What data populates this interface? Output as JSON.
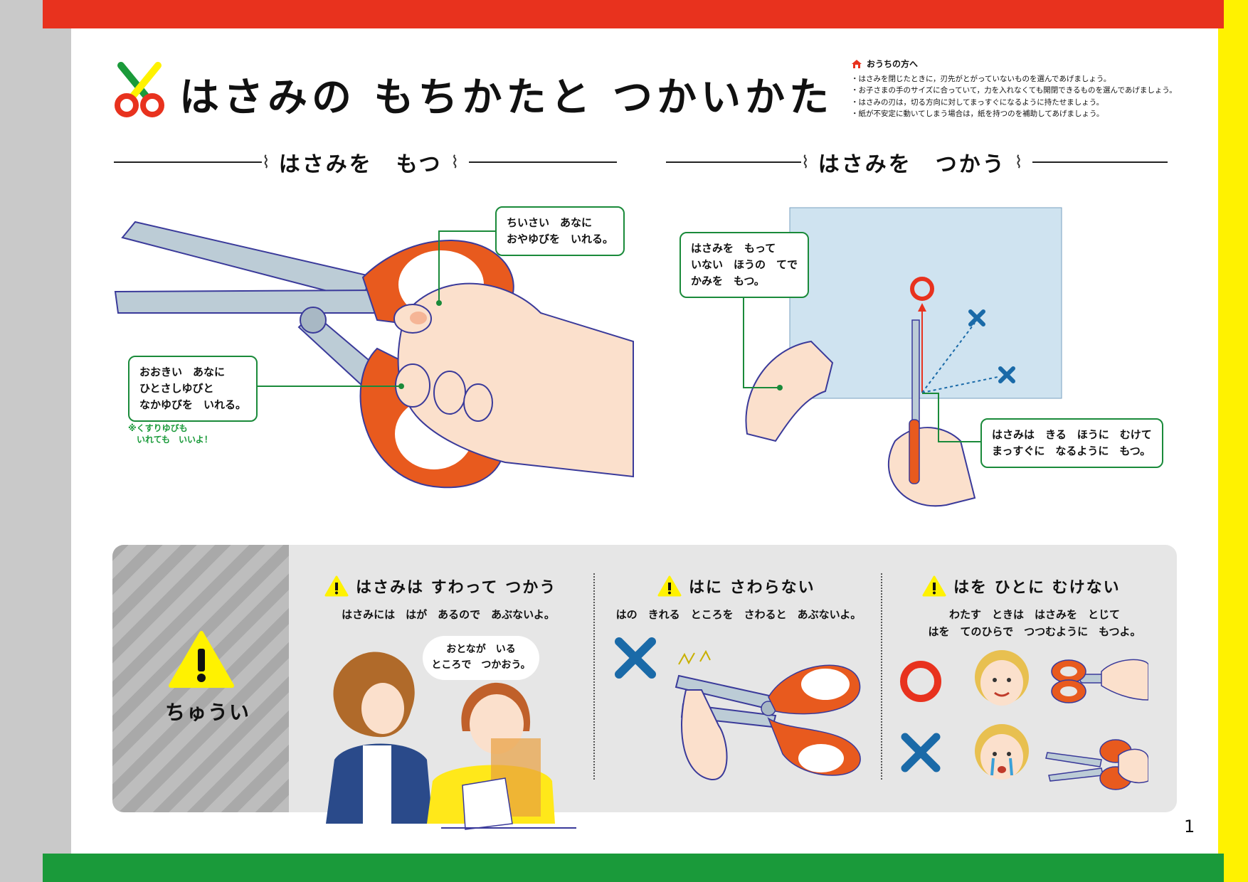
{
  "title": "はさみの もちかたと つかいかた",
  "parent_note": {
    "heading": "おうちの方へ",
    "items": [
      "・はさみを閉じたときに，刃先がとがっていないものを選んであげましょう。",
      "・お子さまの手のサイズに合っていて，力を入れなくても開閉できるものを選んであげましょう。",
      "・はさみの刃は，切る方向に対してまっすぐになるように持たせましょう。",
      "・紙が不安定に動いてしまう場合は，紙を持つのを補助してあげましょう。"
    ]
  },
  "section_hold": {
    "heading": "はさみを　もつ",
    "callout_small_hole": "ちいさい　あなに\nおやゆびを　いれる。",
    "callout_big_hole": "おおきい　あなに\nひとさしゆびと\nなかゆびを　いれる。",
    "ring_finger_note": "※くすりゆびも\n　いれても　いいよ！"
  },
  "section_use": {
    "heading": "はさみを　つかう",
    "callout_other_hand": "はさみを　もって\nいない　ほうの　てで\nかみを　もつ。",
    "callout_direction": "はさみは　きる　ほうに　むけて\nまっすぐに　なるように　もつ。"
  },
  "caution": {
    "label": "ちゅうい",
    "columns": [
      {
        "title": "はさみは すわって つかう",
        "desc": "はさみには　はが　あるので　あぶないよ。",
        "bubble": "おとなが　いる\nところで　つかおう。"
      },
      {
        "title": "はに さわらない",
        "desc": "はの　きれる　ところを　さわると　あぶないよ。"
      },
      {
        "title": "はを ひとに むけない",
        "desc": "わたす　ときは　はさみを　とじて\nはを　てのひらで　つつむように　もつよ。"
      }
    ]
  },
  "page_number": "1",
  "colors": {
    "red": "#e8321e",
    "green": "#1a9a3a",
    "yellow": "#fff200",
    "blue": "#1a6aa8",
    "orange": "#e85a1e"
  }
}
